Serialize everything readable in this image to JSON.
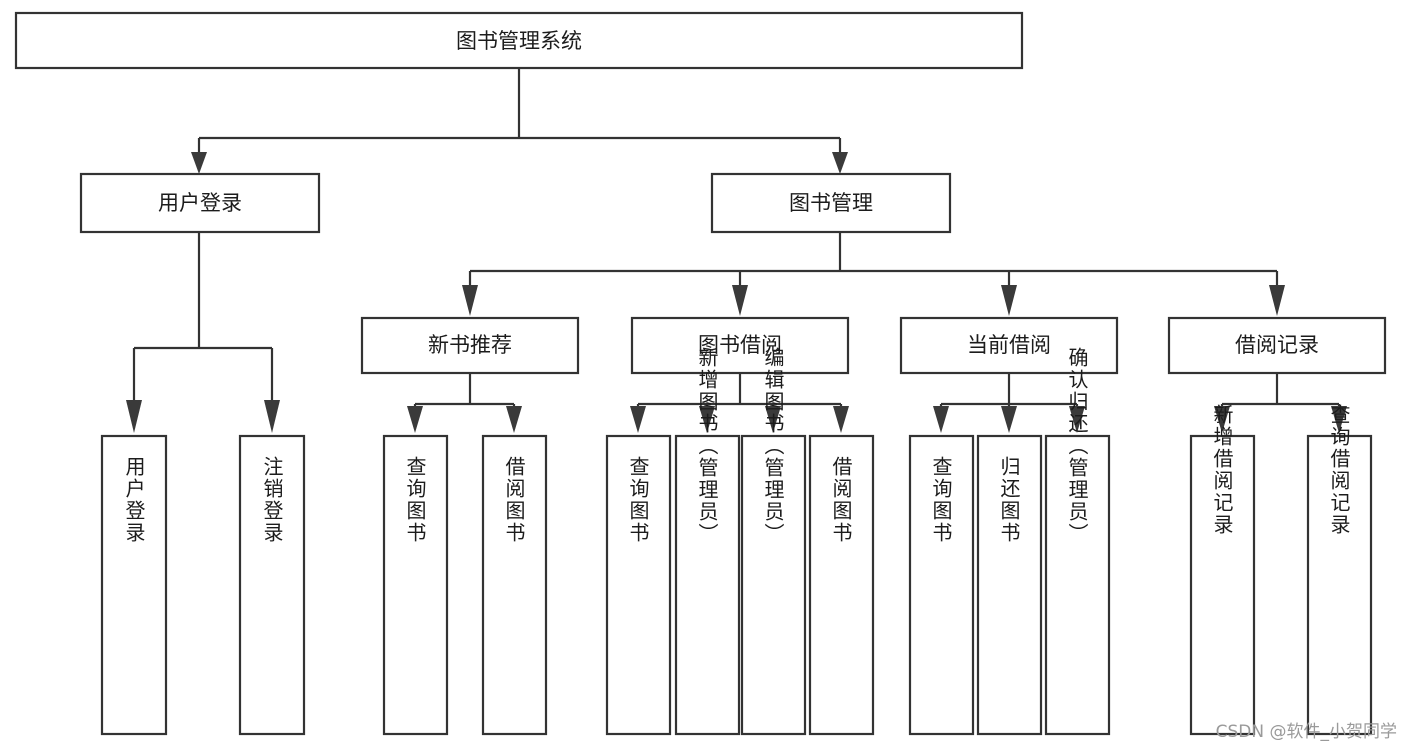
{
  "diagram": {
    "type": "tree-hierarchy-flowchart",
    "title": "图书管理系统",
    "background_color": "#ffffff",
    "box_stroke_color": "#333333",
    "box_fill_color": "#ffffff",
    "text_color": "#1c1c1c",
    "arrow_color": "#3a3a3a",
    "root": {
      "label": "图书管理系统"
    },
    "level2": [
      {
        "label": "用户登录"
      },
      {
        "label": "图书管理"
      }
    ],
    "level3": [
      {
        "label": "新书推荐"
      },
      {
        "label": "图书借阅"
      },
      {
        "label": "当前借阅"
      },
      {
        "label": "借阅记录"
      }
    ],
    "leaves": {
      "user_login": [
        {
          "label": "用户登录"
        },
        {
          "label": "注销登录"
        }
      ],
      "new_book_recommend": [
        {
          "label": "查询图书"
        },
        {
          "label": "借阅图书"
        }
      ],
      "book_borrow": [
        {
          "label": "查询图书"
        },
        {
          "label": "新增图书（管理员）"
        },
        {
          "label": "编辑图书（管理员）"
        },
        {
          "label": "借阅图书"
        }
      ],
      "current_borrow": [
        {
          "label": "查询图书"
        },
        {
          "label": "归还图书"
        },
        {
          "label": "确认归还（管理员）"
        }
      ],
      "borrow_record": [
        {
          "label": "新增借阅记录"
        },
        {
          "label": "查询借阅记录"
        }
      ]
    }
  },
  "watermark": {
    "text": "CSDN @软件_小贺同学"
  }
}
